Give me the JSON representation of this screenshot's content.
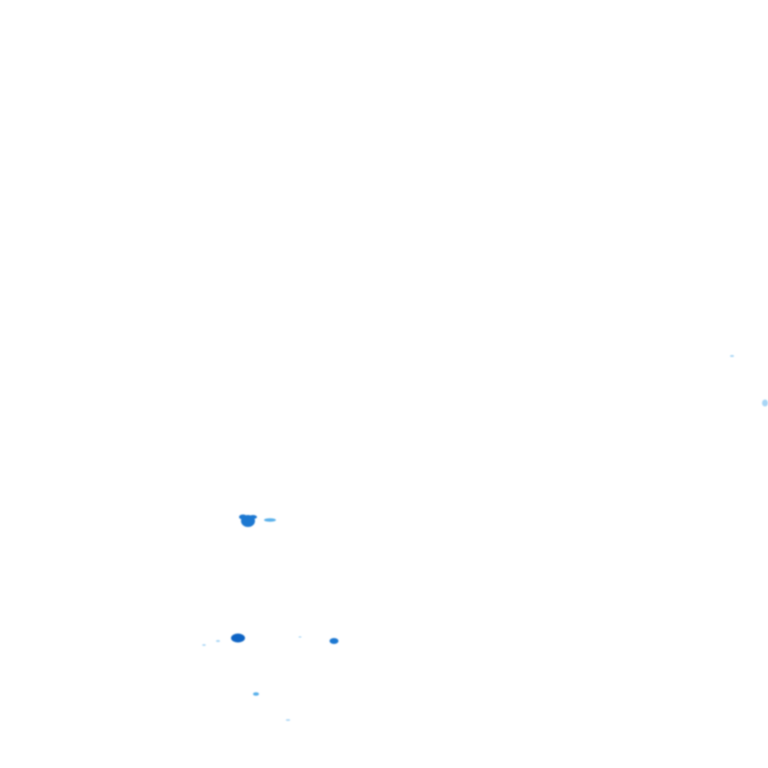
{
  "map": {
    "kind": "radar-precipitation-overlay",
    "background_color": "#ffffff",
    "intensity_palette": {
      "light": "#a9d6f5",
      "medium": "#5ab0ea",
      "heavy": "#1f78d1",
      "extreme": "#0b63c4"
    },
    "echoes": [
      {
        "id": "echo-1",
        "intensity": "heavy"
      },
      {
        "id": "echo-2",
        "intensity": "medium"
      },
      {
        "id": "echo-3",
        "intensity": "extreme"
      },
      {
        "id": "echo-4",
        "intensity": "heavy"
      },
      {
        "id": "echo-5",
        "intensity": "medium"
      },
      {
        "id": "echo-6",
        "intensity": "light"
      },
      {
        "id": "echo-7",
        "intensity": "light"
      },
      {
        "id": "echo-8",
        "intensity": "light"
      },
      {
        "id": "echo-9",
        "intensity": "light"
      },
      {
        "id": "echo-10",
        "intensity": "light"
      }
    ]
  }
}
